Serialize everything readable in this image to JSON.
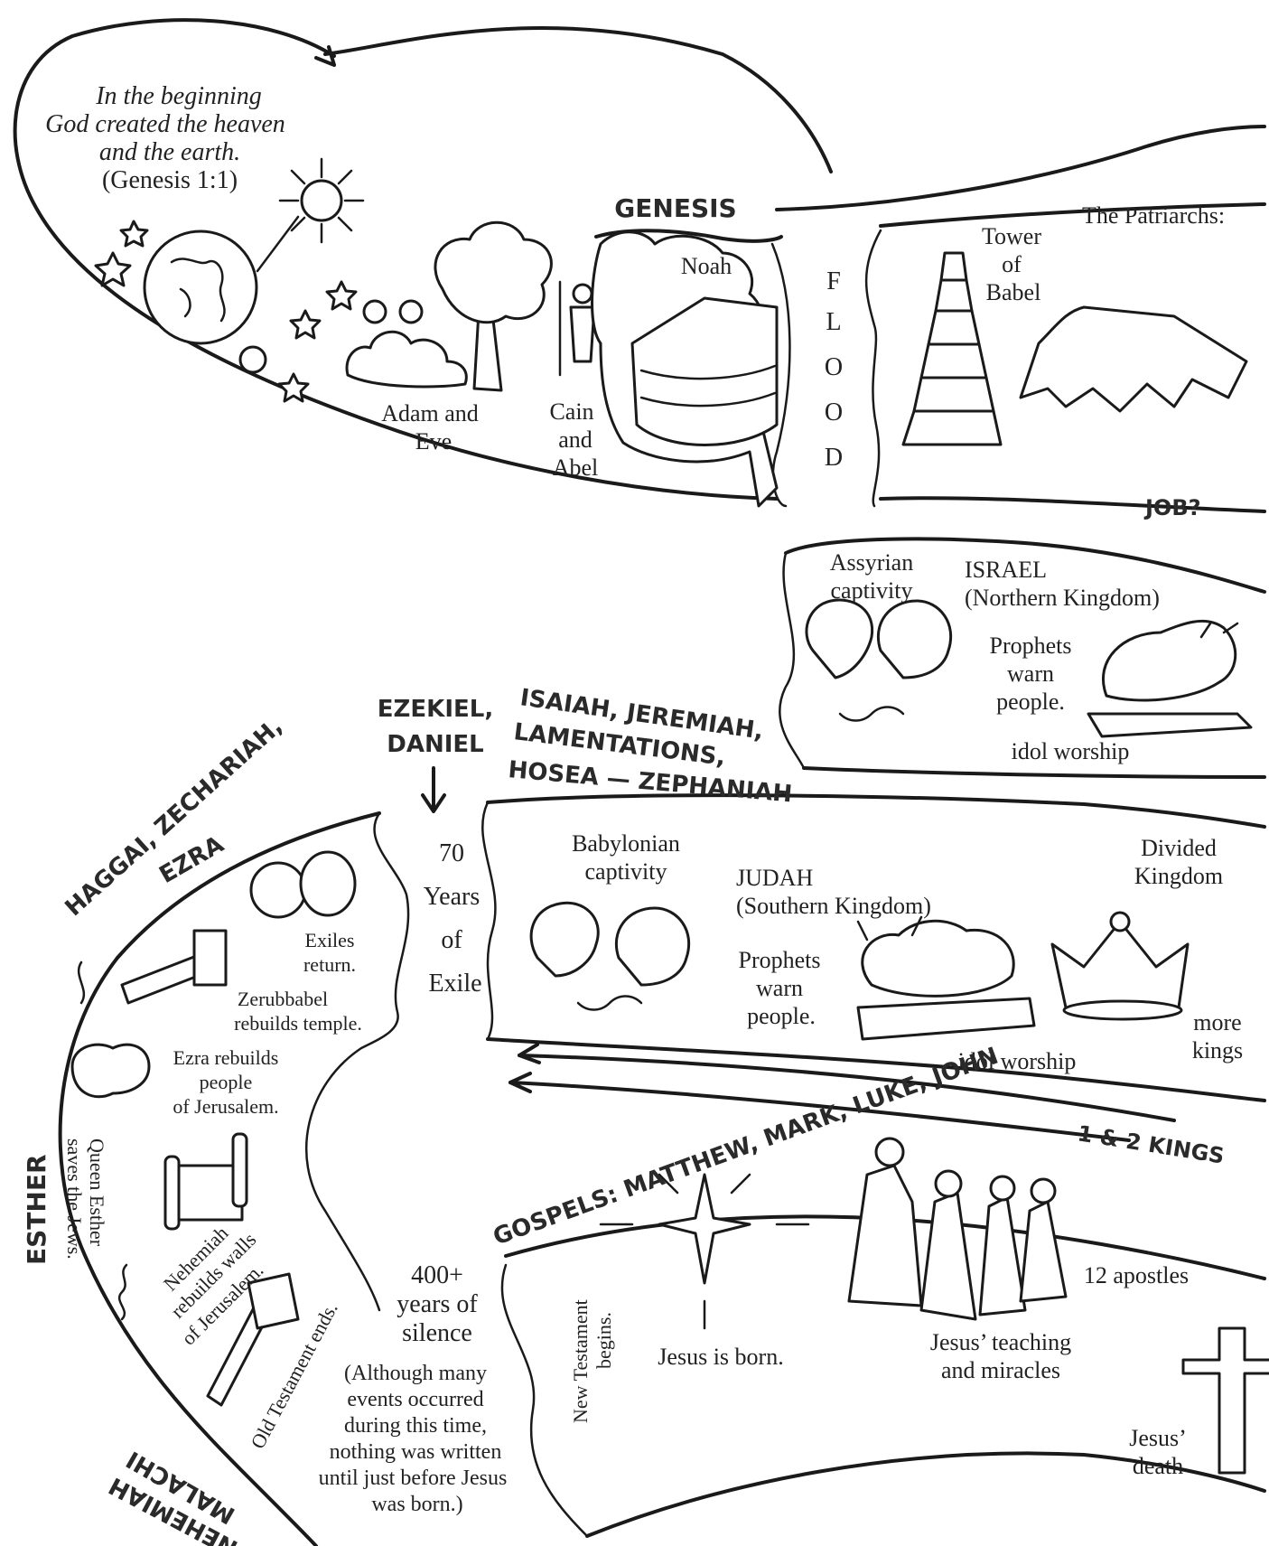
{
  "intro": {
    "quote": [
      "In the beginning",
      "God created the heaven",
      "and the earth."
    ],
    "reference": "(Genesis 1:1)"
  },
  "books": {
    "genesis": "GENESIS",
    "job": "JOB?",
    "ezekiel_daniel": [
      "EZEKIEL,",
      "DANIEL"
    ],
    "isaiah_group": [
      "ISAIAH, JEREMIAH,",
      "LAMENTATIONS,",
      "HOSEA — ZEPHANIAH"
    ],
    "haggai_group": [
      "HAGGAI, ZECHARIAH,",
      "EZRA"
    ],
    "esther": "ESTHER",
    "nehemiah_malachi": [
      "NEHEMIAH",
      "MALACHI"
    ],
    "kings": "1 & 2 KINGS",
    "gospels": "GOSPELS: MATTHEW, MARK, LUKE, JOHN"
  },
  "labels": {
    "adam_eve": [
      "Adam and",
      "Eve"
    ],
    "cain_abel": [
      "Cain",
      "and",
      "Abel"
    ],
    "noah": "Noah",
    "flood": [
      "F",
      "L",
      "O",
      "O",
      "D"
    ],
    "tower": [
      "Tower",
      "of",
      "Babel"
    ],
    "patriarchs": "The Patriarchs:",
    "assyrian": [
      "Assyrian",
      "captivity"
    ],
    "israel": [
      "ISRAEL",
      "(Northern Kingdom)"
    ],
    "prophets_israel": [
      "Prophets",
      "warn",
      "people."
    ],
    "idol_israel": "idol worship",
    "seventy_years": [
      "70",
      "Years",
      "of",
      "Exile"
    ],
    "babylonian": [
      "Babylonian",
      "captivity"
    ],
    "judah": [
      "JUDAH",
      "(Southern Kingdom)"
    ],
    "prophets_judah": [
      "Prophets",
      "warn",
      "people."
    ],
    "idol_judah": "idol worship",
    "divided": [
      "Divided",
      "Kingdom"
    ],
    "more_kings": [
      "more",
      "kings"
    ],
    "exiles": [
      "Exiles",
      "return."
    ],
    "zerubbabel": [
      "Zerubbabel",
      "rebuilds temple."
    ],
    "ezra_rebuilds": [
      "Ezra rebuilds",
      "people",
      "of Jerusalem."
    ],
    "queen_esther": [
      "Queen Esther",
      "saves the Jews."
    ],
    "nehemiah_walls": [
      "Nehemiah",
      "rebuilds walls",
      "of Jerusalem."
    ],
    "ot_ends": "Old Testament ends.",
    "silence": [
      "400+",
      "years of",
      "silence"
    ],
    "silence_note": [
      "(Although many",
      "events occurred",
      "during this time,",
      "nothing was written",
      "until just before Jesus",
      "was born.)"
    ],
    "nt_begins": [
      "New Testament",
      "begins."
    ],
    "jesus_born": "Jesus is born.",
    "teaching": [
      "Jesus’ teaching",
      "and miracles"
    ],
    "apostles": "12 apostles",
    "death": [
      "Jesus’",
      "death"
    ]
  }
}
